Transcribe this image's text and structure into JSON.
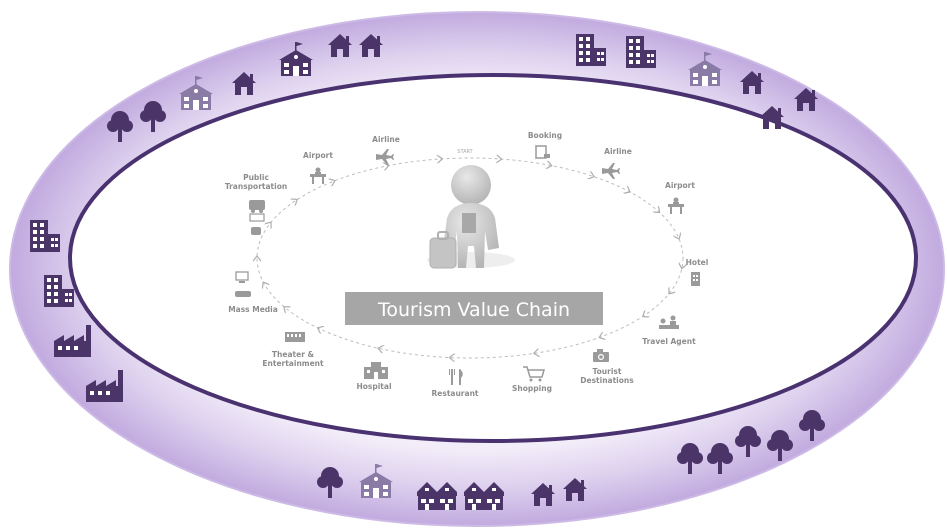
{
  "diagram": {
    "title": "Tourism Value Chain",
    "stages": [
      {
        "id": "public-transportation",
        "label": [
          "Public",
          "Transportation"
        ]
      },
      {
        "id": "airport-left",
        "label": [
          "Airport"
        ]
      },
      {
        "id": "airline-left",
        "label": [
          "Airline"
        ]
      },
      {
        "id": "start",
        "label": [
          "START"
        ]
      },
      {
        "id": "booking",
        "label": [
          "Booking"
        ]
      },
      {
        "id": "airline-right",
        "label": [
          "Airline"
        ]
      },
      {
        "id": "airport-right",
        "label": [
          "Airport"
        ]
      },
      {
        "id": "hotel",
        "label": [
          "Hotel"
        ]
      },
      {
        "id": "travel-agent",
        "label": [
          "Travel Agent"
        ]
      },
      {
        "id": "tourist-destinations",
        "label": [
          "Tourist",
          "Destinations"
        ]
      },
      {
        "id": "shopping",
        "label": [
          "Shopping"
        ]
      },
      {
        "id": "restaurant",
        "label": [
          "Restaurant"
        ]
      },
      {
        "id": "hospital",
        "label": [
          "Hospital"
        ]
      },
      {
        "id": "theater",
        "label": [
          "Theater &",
          "Entertainment"
        ]
      },
      {
        "id": "mass-media",
        "label": [
          "Mass Media"
        ]
      }
    ]
  },
  "colors": {
    "ring_dark": "#4a3270",
    "ring_light": "#efe7f7",
    "ring_mid": "#c9b5e3",
    "icon": "#4b3468",
    "icon_light": "#8a7aa6",
    "stage_gray": "#8c8c8c",
    "title_bg": "#a6a6a6"
  }
}
